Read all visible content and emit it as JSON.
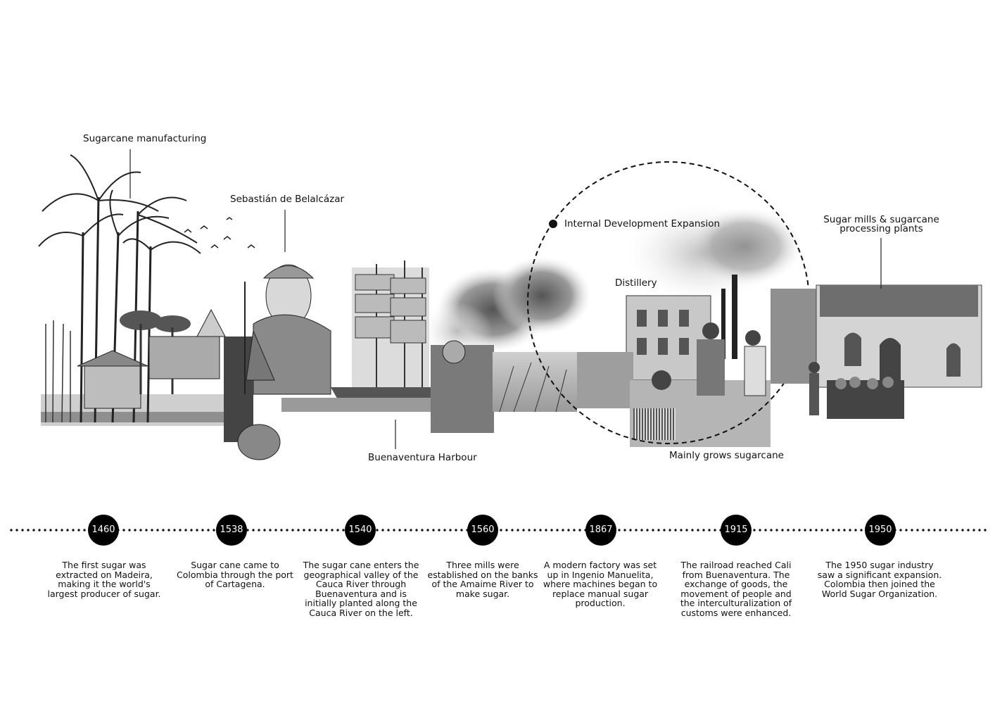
{
  "labels": {
    "sugarcane_manufacturing": "Sugarcane manufacturing",
    "belalcazar": "Sebastián de Belalcázar",
    "harbour": "Buenaventura Harbour",
    "internal_development": "Internal Development Expansion",
    "distillery": "Distillery",
    "mills": "Sugar mills & sugarcane processing plants",
    "mainly_grows": "Mainly grows sugarcane"
  },
  "timeline": [
    {
      "year": "1460",
      "text": "The first sugar was extracted on Madeira, making it the world's largest producer of sugar."
    },
    {
      "year": "1538",
      "text": "Sugar cane came to Colombia through the port of Cartagena."
    },
    {
      "year": "1540",
      "text": "The sugar cane enters the geographical valley of the Cauca River through Buenaventura and is initially planted along the Cauca River on the left."
    },
    {
      "year": "1560",
      "text": "Three mills were established on the banks of the Amaime River to make sugar."
    },
    {
      "year": "1867",
      "text": "A modern factory was set up in Ingenio Manuelita, where machines began to replace manual sugar production."
    },
    {
      "year": "1915",
      "text": "The railroad reached Cali from Buenaventura. The exchange of goods, the movement of people and the interculturalization of customs were enhanced."
    },
    {
      "year": "1950",
      "text": "The 1950 sugar industry saw a significant expansion. Colombia then joined the World Sugar Organization."
    }
  ]
}
